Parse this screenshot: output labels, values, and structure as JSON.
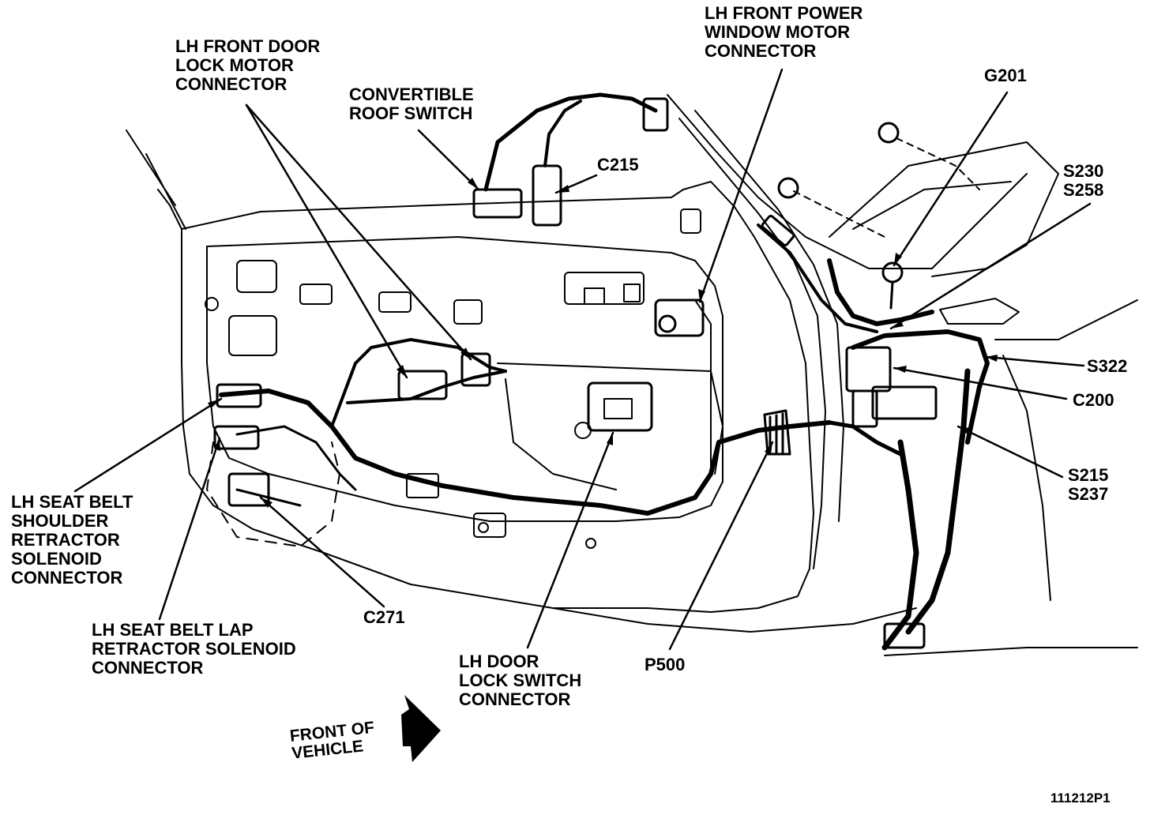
{
  "colors": {
    "ink": "#000000",
    "paper": "#ffffff"
  },
  "labels": {
    "lock_motor_connector": [
      "LH FRONT DOOR",
      "LOCK MOTOR",
      "CONNECTOR"
    ],
    "convertible_roof_switch": [
      "CONVERTIBLE",
      "ROOF SWITCH"
    ],
    "c215": "C215",
    "power_window_motor_connector": [
      "LH FRONT POWER",
      "WINDOW MOTOR",
      "CONNECTOR"
    ],
    "g201": "G201",
    "s230_s258": [
      "S230",
      "S258"
    ],
    "s322": "S322",
    "c200": "C200",
    "s215_s237": [
      "S215",
      "S237"
    ],
    "shoulder_retractor": [
      "LH SEAT BELT",
      "SHOULDER",
      "RETRACTOR",
      "SOLENOID",
      "CONNECTOR"
    ],
    "c271": "C271",
    "lap_retractor": [
      "LH SEAT BELT LAP",
      "RETRACTOR SOLENOID",
      "CONNECTOR"
    ],
    "door_lock_switch": [
      "LH DOOR",
      "LOCK SWITCH",
      "CONNECTOR"
    ],
    "p500": "P500",
    "front_of_vehicle": [
      "FRONT OF",
      "VEHICLE"
    ],
    "figure_id": "111212P1"
  }
}
